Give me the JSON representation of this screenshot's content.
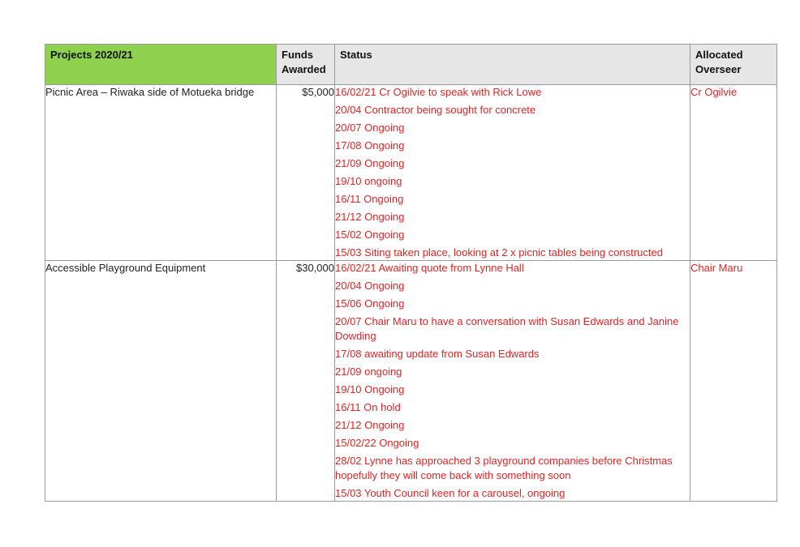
{
  "table": {
    "headers": {
      "project": "Projects 2020/21",
      "funds": "Funds Awarded",
      "status": "Status",
      "overseer": "Allocated Overseer"
    },
    "rows": [
      {
        "project": "Picnic Area – Riwaka side of Motueka bridge",
        "funds": "$5,000",
        "status": [
          "16/02/21 Cr Ogilvie to speak with Rick Lowe",
          "20/04 Contractor being sought for concrete",
          "20/07 Ongoing",
          "17/08 Ongoing",
          "21/09 Ongoing",
          "19/10 ongoing",
          "16/11 Ongoing",
          "21/12 Ongoing",
          "15/02 Ongoing",
          "15/03 Siting taken place, looking at 2 x picnic tables being constructed"
        ],
        "overseer": "Cr Ogilvie"
      },
      {
        "project": "Accessible Playground Equipment",
        "funds": "$30,000",
        "status": [
          "16/02/21 Awaiting quote from Lynne Hall",
          "20/04 Ongoing",
          "15/06 Ongoing",
          "20/07 Chair Maru to have a conversation with Susan Edwards and Janine Dowding",
          "17/08 awaiting update from Susan Edwards",
          "21/09 ongoing",
          "19/10 Ongoing",
          "16/11 On hold",
          "21/12 Ongoing",
          "15/02/22 Ongoing",
          "28/02 Lynne has approached 3 playground companies before Christmas hopefully they will come back with something soon",
          "15/03 Youth Council keen for a carousel, ongoing"
        ],
        "overseer": "Chair Maru"
      }
    ]
  },
  "colors": {
    "header_highlight": "#8fd14f",
    "header_background": "#e6e6e6",
    "status_text": "#e02424",
    "border": "#9a9a9a"
  }
}
